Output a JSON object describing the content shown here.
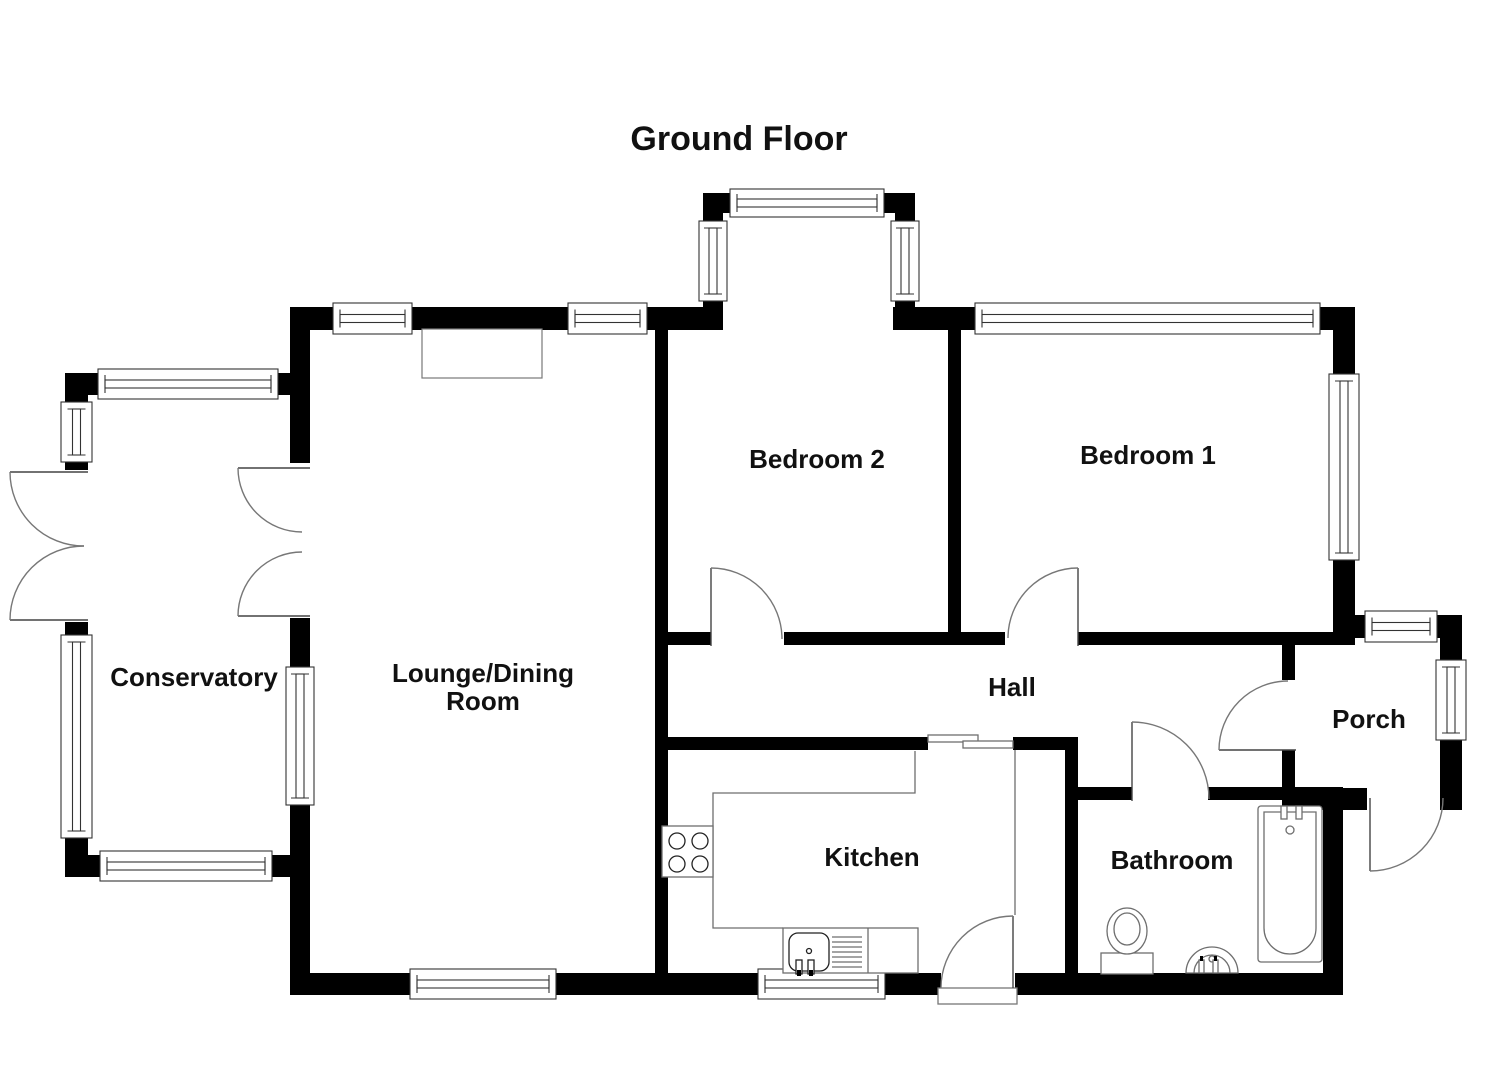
{
  "title": "Ground Floor",
  "rooms": {
    "conservatory": "Conservatory",
    "lounge_line1": "Lounge/Dining",
    "lounge_line2": "Room",
    "bedroom2": "Bedroom 2",
    "bedroom1": "Bedroom 1",
    "hall": "Hall",
    "kitchen": "Kitchen",
    "bathroom": "Bathroom",
    "porch": "Porch"
  },
  "colors": {
    "wall": "#000000",
    "fixture_line": "#6e6e6e",
    "door_line": "#777777",
    "window_line": "#333333",
    "text": "#111111"
  }
}
